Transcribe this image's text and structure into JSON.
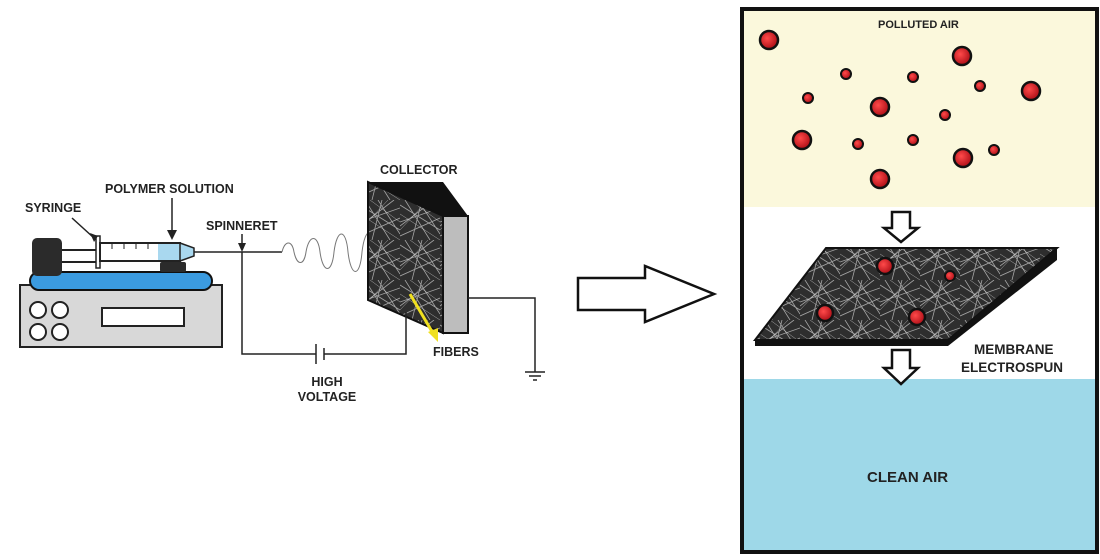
{
  "left": {
    "syringe": "SYRINGE",
    "polymer_solution": "POLYMER SOLUTION",
    "spinneret": "SPINNERET",
    "collector": "COLLECTOR",
    "fibers": "FIBERS",
    "high_voltage_1": "HIGH",
    "high_voltage_2": "VOLTAGE"
  },
  "right": {
    "polluted_air": "POLLUTED AIR",
    "membrane_1": "MEMBRANE",
    "membrane_2": "ELECTROSPUN",
    "clean_air": "CLEAN AIR"
  },
  "colors": {
    "polluted_zone": "#fbf8dc",
    "clean_zone": "#9ed8e8",
    "particle": "#d0202a",
    "fiber_arrow": "#f0e020",
    "syringe_bed": "#3b9be0",
    "mesh_dark": "#2a2a2a"
  },
  "icons": [
    "pump-icon",
    "syringe-icon",
    "fiber-mesh-icon",
    "ground-icon",
    "capacitor-icon",
    "process-arrow-icon",
    "particle-icon"
  ]
}
